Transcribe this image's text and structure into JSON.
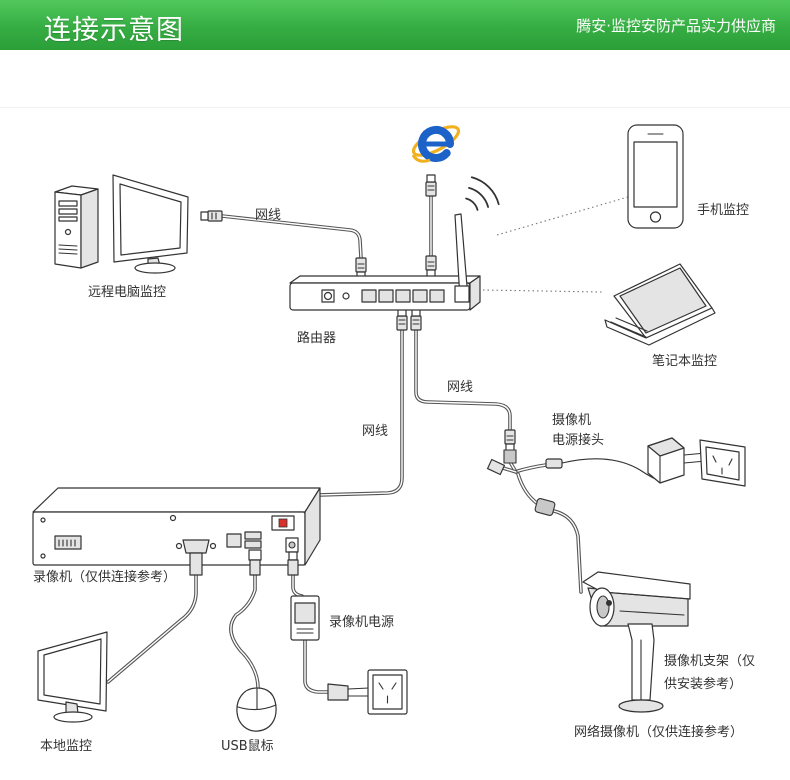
{
  "header": {
    "title": "连接示意图",
    "subtitle": "腾安·监控安防产品实力供应商"
  },
  "labels": {
    "remote_cable": "网线",
    "remote_pc": "远程电脑监控",
    "router": "路由器",
    "phone": "手机监控",
    "laptop": "笔记本监控",
    "camera_cable": "网线",
    "nvr_cable": "网线",
    "camera_power_line1": "摄像机",
    "camera_power_line2": "电源接头",
    "nvr": "录像机（仅供连接参考）",
    "nvr_power": "录像机电源",
    "bracket_line1": "摄像机支架（仅",
    "bracket_line2": "供安装参考）",
    "local_monitor": "本地监控",
    "usb_mouse": "USB鼠标",
    "ip_camera": "网络摄像机（仅供连接参考）"
  },
  "colors": {
    "header_green": "#36ad43",
    "header_text": "#ffffff",
    "line_art": "#333333",
    "cable": "#555555",
    "ie_blue": "#1c62c9",
    "ie_ring": "#f2b01e"
  },
  "icons": [
    "ie-browser-icon",
    "desktop-pc-icon",
    "monitor-icon",
    "router-icon",
    "wifi-signal-icon",
    "smartphone-icon",
    "laptop-icon",
    "nvr-recorder-icon",
    "usb-mouse-icon",
    "power-adapter-icon",
    "wall-socket-icon",
    "ip-camera-icon",
    "camera-bracket-icon"
  ]
}
